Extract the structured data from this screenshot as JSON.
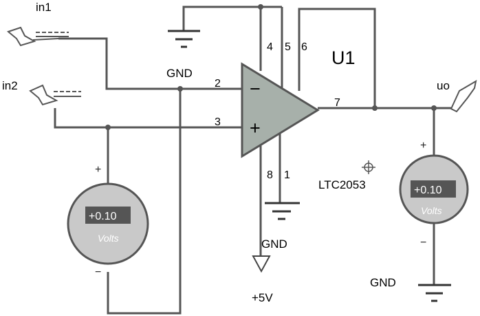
{
  "labels": {
    "in1": "in1",
    "in2": "in2",
    "uo": "uo",
    "gnd_top": "GND",
    "gnd_mid": "GND",
    "gnd_right": "GND",
    "vsupply": "+5V",
    "part": "LTC2053",
    "designator": "U1"
  },
  "opamp": {
    "pin_inv": "2",
    "pin_noninv": "3",
    "pin_out": "7",
    "pin_4": "4",
    "pin_5": "5",
    "pin_6": "6",
    "pin_8": "8",
    "pin_1": "1",
    "minus": "−",
    "plus": "+"
  },
  "meter_left": {
    "value": "+0.10",
    "unit": "Volts",
    "plus": "+",
    "minus": "−"
  },
  "meter_right": {
    "value": "+0.10",
    "unit": "Volts",
    "plus": "+",
    "minus": "−"
  },
  "colors": {
    "opamp_fill": "#a7b0aa",
    "meter_fill": "#c9c9c9",
    "display_bg": "#555555",
    "wire": "#555555"
  }
}
